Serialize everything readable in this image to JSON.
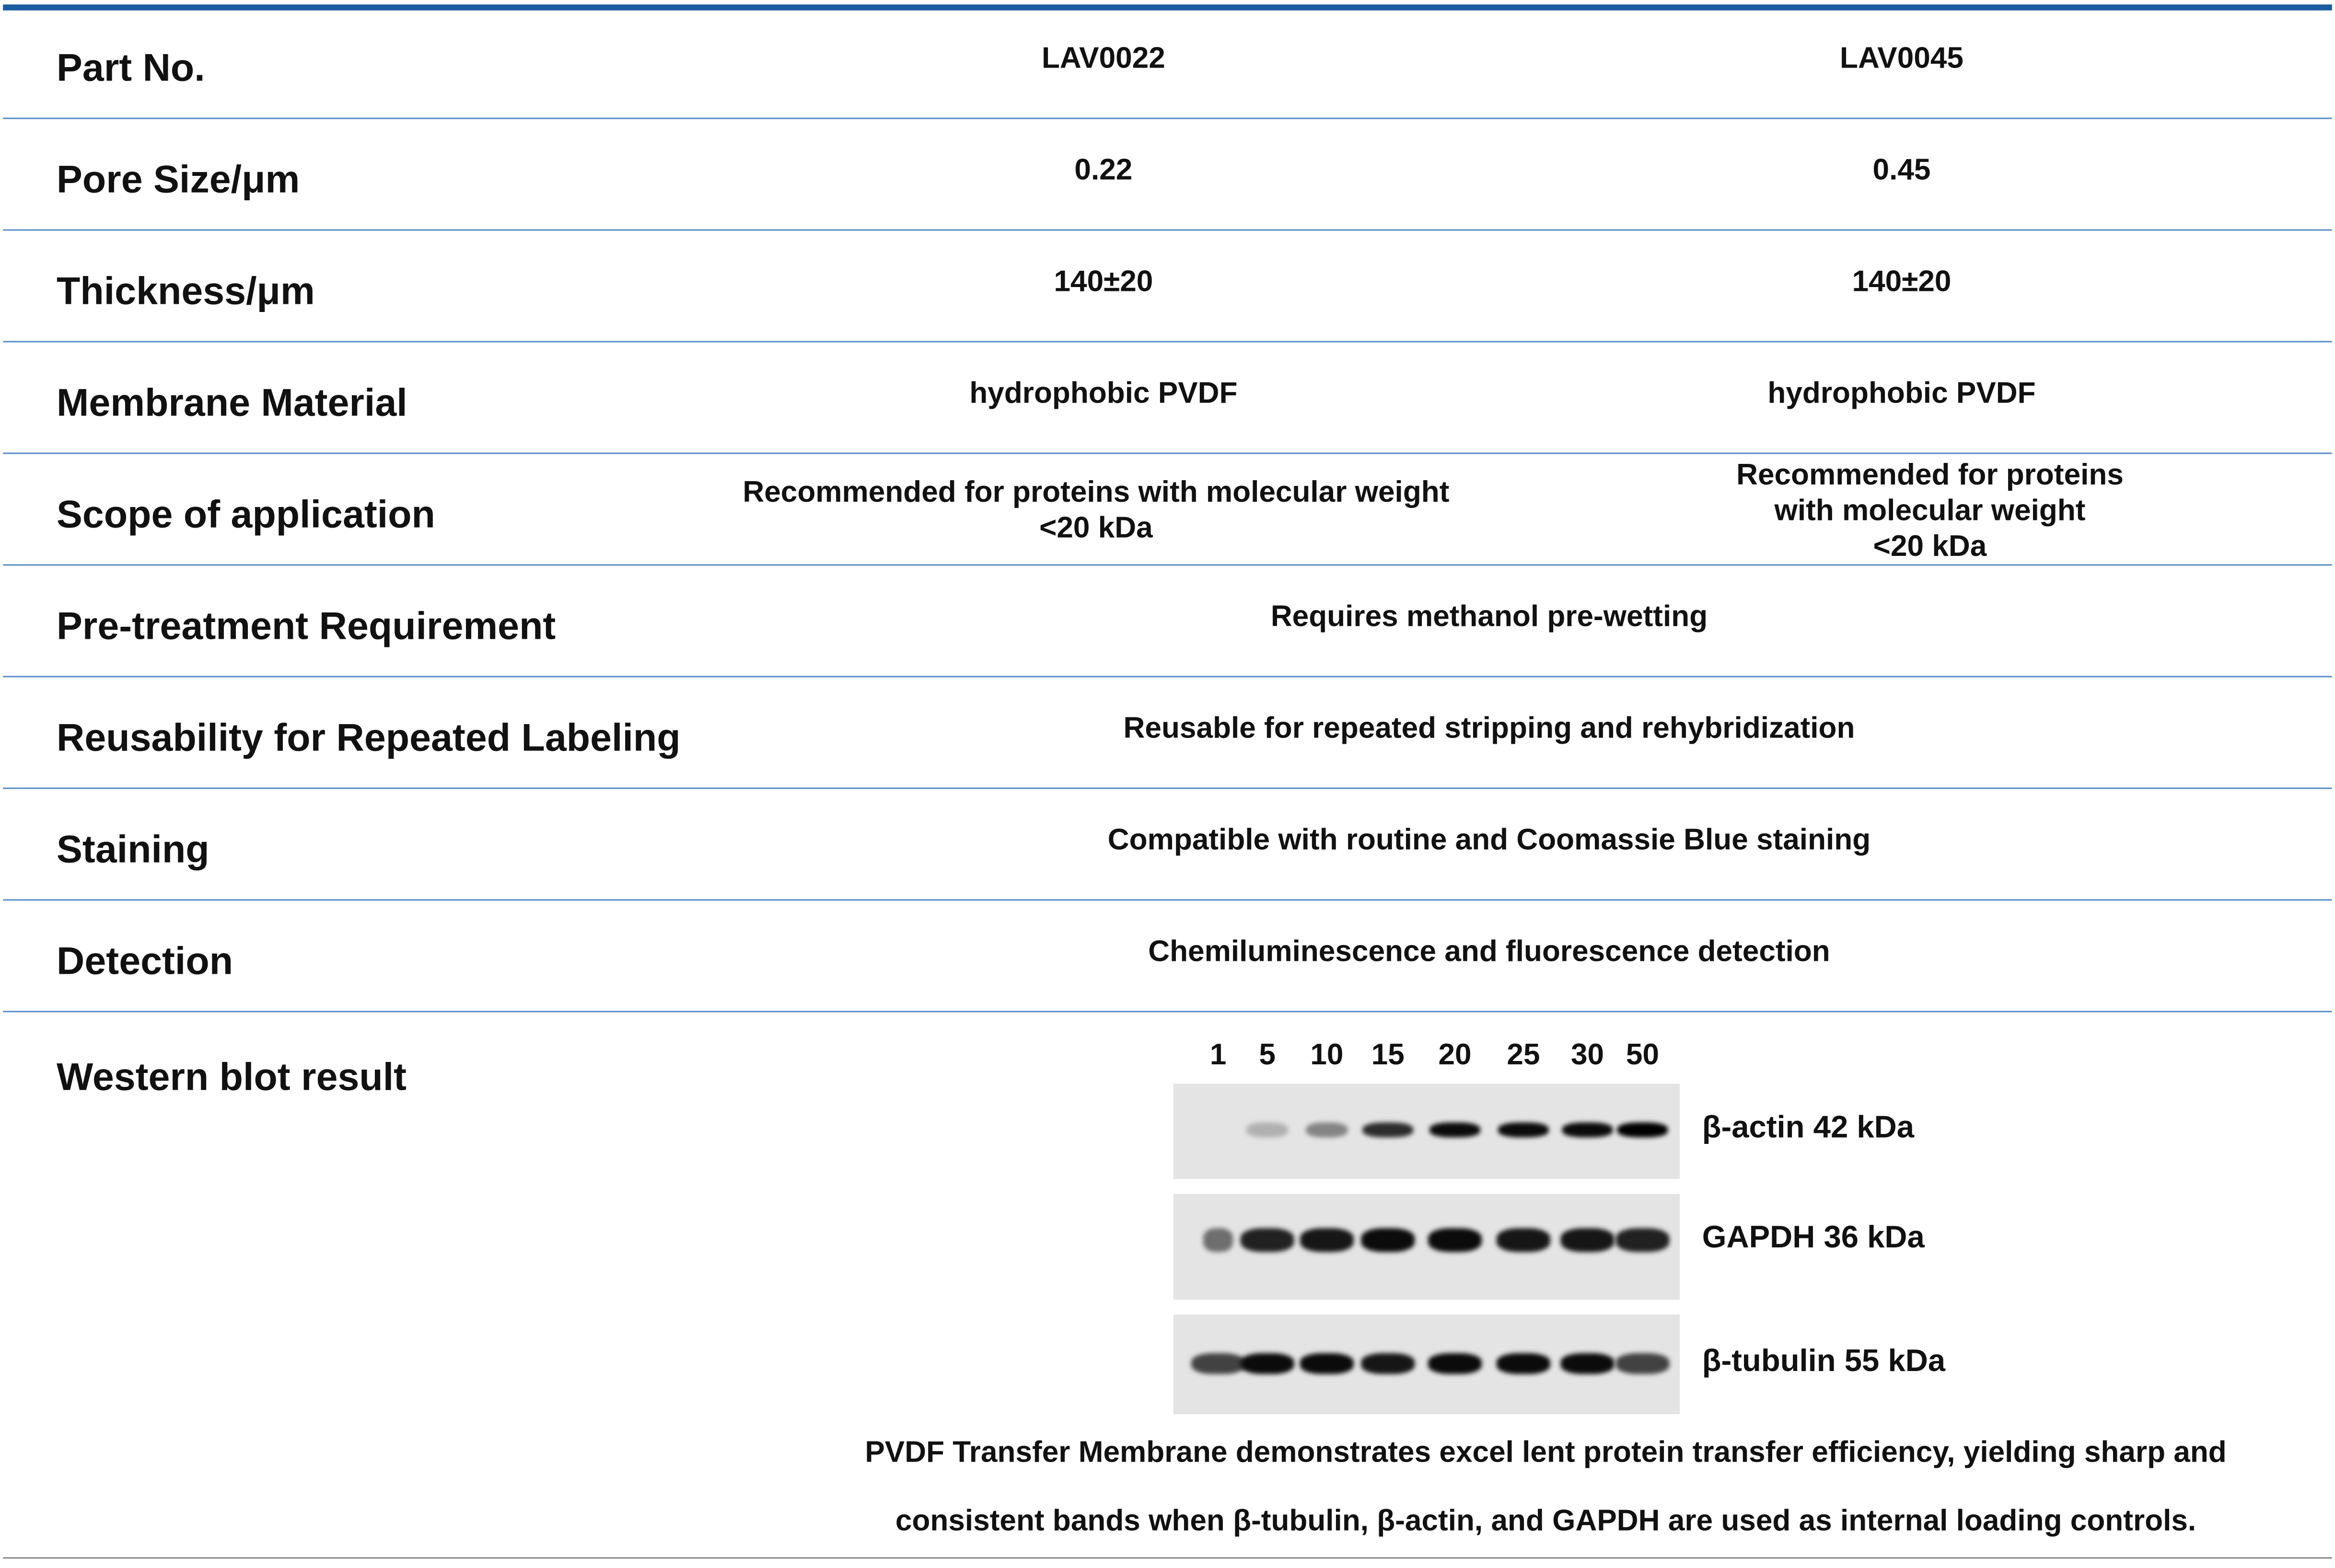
{
  "colors": {
    "accent": "#1b5ba1",
    "row_divider": "#5b8fc9"
  },
  "rows": [
    {
      "label": "Part No.",
      "values": [
        "LAV0022",
        "LAV0045"
      ]
    },
    {
      "label": "Pore Size/μm",
      "values": [
        "0.22",
        "0.45"
      ]
    },
    {
      "label": "Thickness/μm",
      "values": [
        "140±20",
        "140±20"
      ]
    },
    {
      "label": "Membrane Material",
      "values": [
        "hydrophobic PVDF",
        "hydrophobic PVDF"
      ]
    },
    {
      "label": "Scope of application",
      "values": [
        "Recommended for proteins with molecular weight\n<20 kDa",
        "Recommended for proteins with molecular weight\n<20 kDa"
      ]
    },
    {
      "label": "Pre-treatment Requirement",
      "value": "Requires methanol pre-wetting"
    },
    {
      "label": "Reusability for Repeated Labeling",
      "value": "Reusable for repeated stripping and rehybridization"
    },
    {
      "label": "Staining",
      "value": "Compatible with routine and Coomassie Blue staining"
    },
    {
      "label": "Detection",
      "value": "Chemiluminescence and fluorescence detection"
    }
  ],
  "western_blot": {
    "label": "Western blot result",
    "lanes": [
      "1",
      "5",
      "10",
      "15",
      "20",
      "25",
      "30",
      "50"
    ],
    "blots": [
      {
        "name": "β-actin 42 kDa",
        "intensity": [
          0.0,
          0.2,
          0.4,
          0.8,
          0.95,
          0.95,
          0.95,
          1.0
        ]
      },
      {
        "name": "GAPDH 36 kDa",
        "intensity": [
          0.5,
          0.85,
          0.9,
          0.95,
          0.95,
          0.9,
          0.9,
          0.85
        ]
      },
      {
        "name": "β-tubulin 55 kDa",
        "intensity": [
          0.7,
          0.95,
          0.95,
          0.9,
          0.95,
          0.95,
          0.95,
          0.7
        ]
      }
    ],
    "caption_lines": [
      "PVDF Transfer Membrane demonstrates excel lent protein transfer efficiency, yielding sharp and",
      "consistent bands when β-tubulin, β-actin, and GAPDH are used as internal loading controls."
    ]
  }
}
